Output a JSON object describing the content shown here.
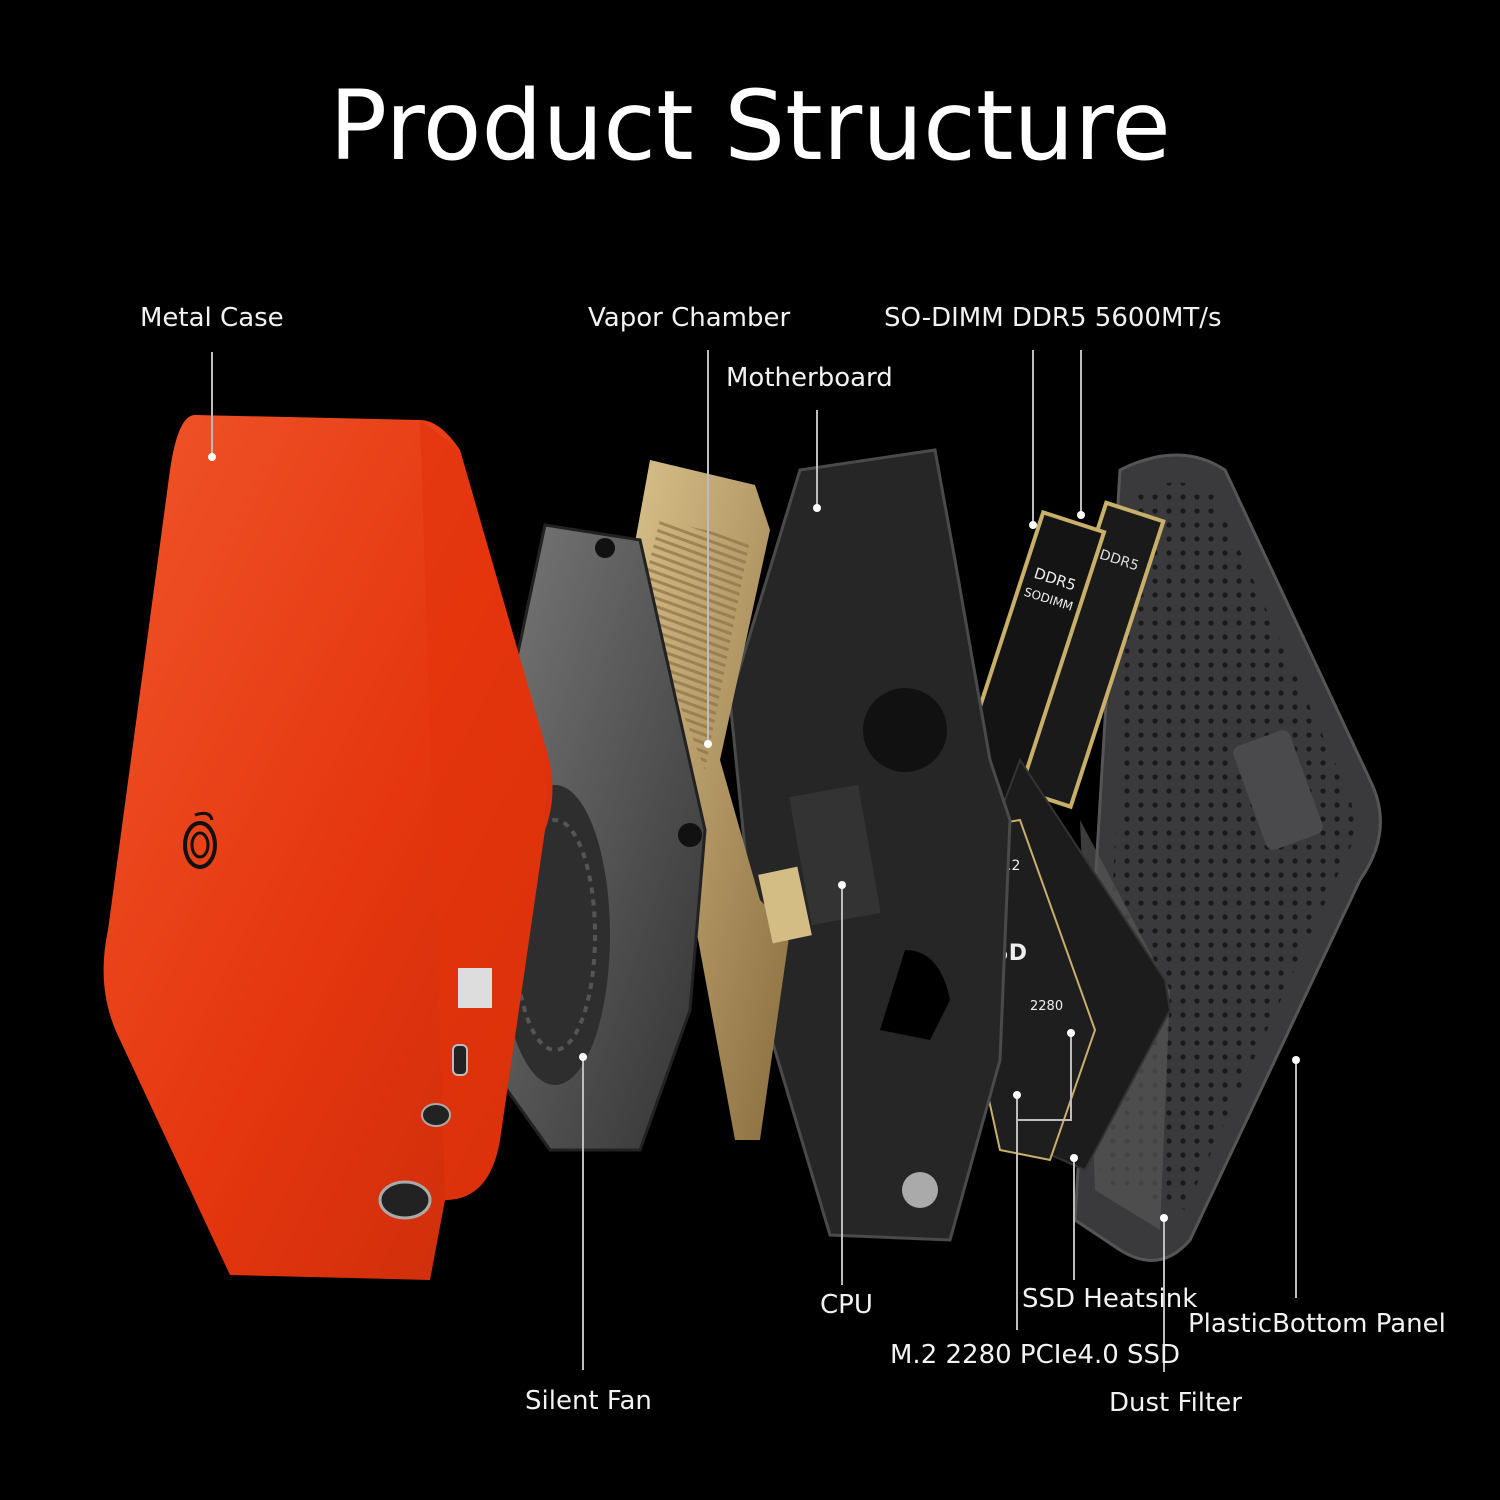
{
  "title": "Product Structure",
  "colors": {
    "background": "#000000",
    "case_orange": "#e8431a",
    "heatsink_gold": "#b8996a",
    "board_dark": "#2a2a2a",
    "leader_line": "#cccccc"
  },
  "labels": {
    "metal_case": "Metal Case",
    "vapor_chamber": "Vapor Chamber",
    "so_dimm": "SO-DIMM DDR5 5600MT/s",
    "motherboard": "Motherboard",
    "cpu": "CPU",
    "silent_fan": "Silent Fan",
    "ssd_heatsink": "SSD Heatsink",
    "m2_ssd": "M.2 2280 PCIe4.0 SSD",
    "plastic_bottom_panel": "PlasticBottom Panel",
    "dust_filter": "Dust Filter"
  },
  "ram_text": [
    "DDR5",
    "SODIMM"
  ],
  "ssd_text": [
    "M.2",
    "SSD",
    "2280"
  ],
  "icons": [
    "brand-logo-icon"
  ]
}
